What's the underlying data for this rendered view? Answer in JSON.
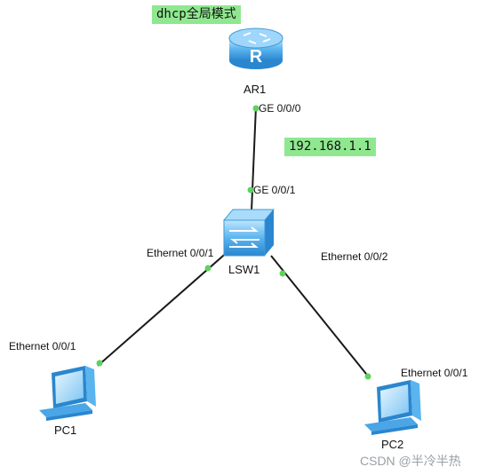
{
  "notes": {
    "mode": "dhcp全局模式",
    "ip": "192.168.1.1"
  },
  "devices": {
    "router": {
      "name": "AR1",
      "port_down": "GE 0/0/0"
    },
    "switch": {
      "name": "LSW1",
      "port_up": "GE 0/0/1",
      "port_left": "Ethernet 0/0/1",
      "port_right": "Ethernet 0/0/2"
    },
    "pc1": {
      "name": "PC1",
      "port": "Ethernet 0/0/1"
    },
    "pc2": {
      "name": "PC2",
      "port": "Ethernet 0/0/1"
    }
  },
  "watermark": "CSDN @半冷半热",
  "colors": {
    "note_bg": "#8fe88f",
    "link": "#1a1a1a",
    "port_dot": "#5fd15f",
    "device_blue": "#4aa6e6"
  },
  "icons": {
    "router": "router-icon",
    "switch": "switch-icon",
    "pc": "pc-icon"
  }
}
